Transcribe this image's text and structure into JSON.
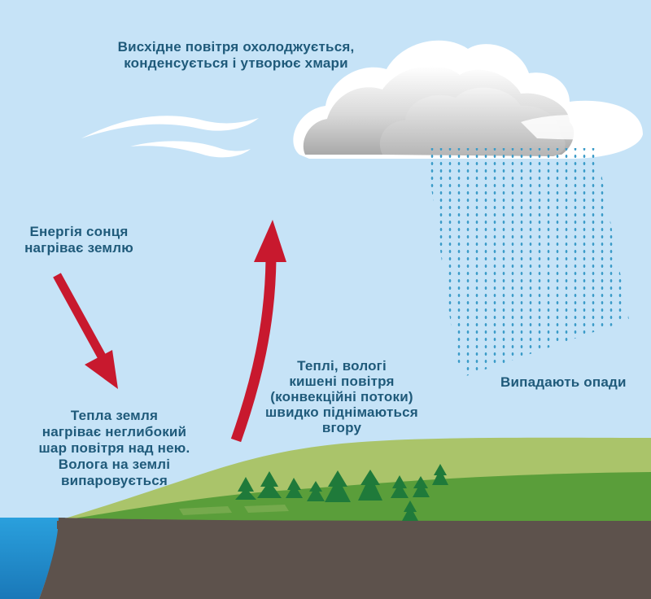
{
  "labels": {
    "clouds_line1": "Висхідне повітря охолоджується,",
    "clouds_line2": "конденсується і утворює хмари",
    "sun_line1": "Енергія сонця",
    "sun_line2": "нагріває землю",
    "ground_line1": "Тепла земля",
    "ground_line2": "нагріває неглибокий",
    "ground_line3": "шар повітря над нею.",
    "ground_line4": "Волога на землі",
    "ground_line5": "випаровується",
    "convection_line1": "Теплі, вологі",
    "convection_line2": "кишені повітря",
    "convection_line3": "(конвекційні потоки)",
    "convection_line4": "швидко піднімаються",
    "convection_line5": "вгору",
    "rain": "Випадають опади"
  },
  "colors": {
    "sky": "#c6e3f7",
    "label_text": "#1f5a7a",
    "arrow_red": "#c8192e",
    "rain_drops": "#3a9bc8",
    "water": "#1f8fd0",
    "earth": "#5d524c",
    "hill_green": "#5a9e3a",
    "hill_olive": "#aac46a",
    "trees": "#1f7a3a",
    "cloud_white": "#ffffff",
    "cloud_grey": "#bdbdbd"
  }
}
